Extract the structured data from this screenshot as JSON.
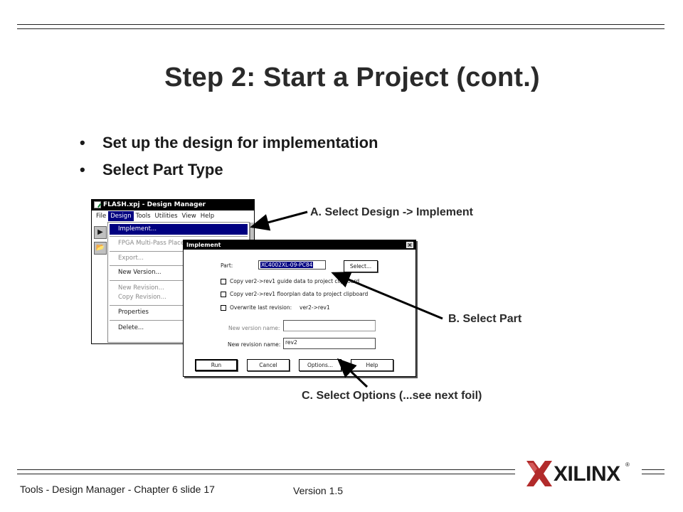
{
  "slide": {
    "title": "Step 2: Start a Project (cont.)",
    "bullet_glyph": "•",
    "bullets": [
      "Set up the design for implementation",
      "Select Part Type"
    ]
  },
  "design_manager": {
    "title": "FLASH.xpj - Design Manager",
    "menubar": [
      "File",
      "Design",
      "Tools",
      "Utilities",
      "View",
      "Help"
    ],
    "active_menu": "Design",
    "toolbar_icons": [
      "play-icon",
      "folder-icon"
    ],
    "menu_items": {
      "implement": "Implement...",
      "fpga_multipass": "FPGA Multi-Pass Place...",
      "export": "Export...",
      "new_version": "New Version...",
      "new_revision": "New Revision...",
      "copy_revision": "Copy Revision...",
      "properties": "Properties",
      "delete": "Delete..."
    }
  },
  "implement_dialog": {
    "title": "Implement",
    "close_glyph": "×",
    "part_label": "Part:",
    "part_value": "XC4002XL-09-PC84",
    "select_button": "Select...",
    "checkboxes": [
      "Copy ver2->rev1 guide data to project clipboard",
      "Copy ver2->rev1 floorplan data to project clipboard",
      "Overwrite last revision:"
    ],
    "overwrite_value": "ver2->rev1",
    "new_version_label": "New version name:",
    "new_version_value": "",
    "new_revision_label": "New revision name:",
    "new_revision_value": "rev2",
    "buttons": [
      "Run",
      "Cancel",
      "Options...",
      "Help"
    ]
  },
  "callouts": {
    "a": "A. Select  Design -> Implement",
    "b": "B. Select Part",
    "c": "C. Select Options (...see next foil)"
  },
  "footer": {
    "left": "Tools - Design Manager - Chapter 6 slide 17",
    "version": "Version 1.5",
    "logo_text": "XILINX",
    "logo_mark": "®"
  },
  "colors": {
    "logo_red": "#b22b2b",
    "selection_blue": "#000080",
    "text_dark": "#2a2a2a"
  }
}
